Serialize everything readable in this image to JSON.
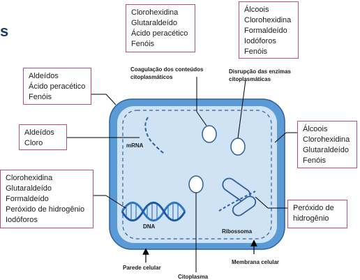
{
  "edge_text": "s",
  "boxes": {
    "top_center": [
      "Clorohexidina",
      "Glutaraldeído",
      "Ácido peracético",
      "Fenóis"
    ],
    "top_right": [
      "Álcoois",
      "Clorohexidina",
      "Formaldeído",
      "Iodóforos",
      "Fenóis"
    ],
    "upper_left": [
      "Aldeídos",
      "Ácido peracético",
      "Fenóis"
    ],
    "mid_left": [
      "Aldeídos",
      "Cloro"
    ],
    "lower_left": [
      "Clorohexidina",
      "Glutaraldeído",
      "Formaldeído",
      "Peróxido de hidrogênio",
      "Iodóforos"
    ],
    "right": [
      "Álcoois",
      "Clorohexidina",
      "Glutaraldeído",
      "Fenóis"
    ],
    "lower_right": [
      "Peróxido de",
      "hidrogênio"
    ]
  },
  "labels": {
    "coagulation": [
      "Coagulação dos conteúdos",
      "citoplasmáticos"
    ],
    "disruption": [
      "Disrupção das enzimas",
      "citoplasmáticas"
    ],
    "mrna": "mRNA",
    "dna": "DNA",
    "ribosome": "Ribossoma",
    "cell_wall": "Parede celular",
    "cell_membrane": "Membrana celular",
    "cytoplasm": "Citoplasma"
  },
  "colors": {
    "cell_wall": "#5b9bd5",
    "cytoplasm": "#cfe3f5",
    "wall_stroke": "#2f5f9e",
    "box_border": "#c0506e",
    "dna": "#2e75c8"
  }
}
